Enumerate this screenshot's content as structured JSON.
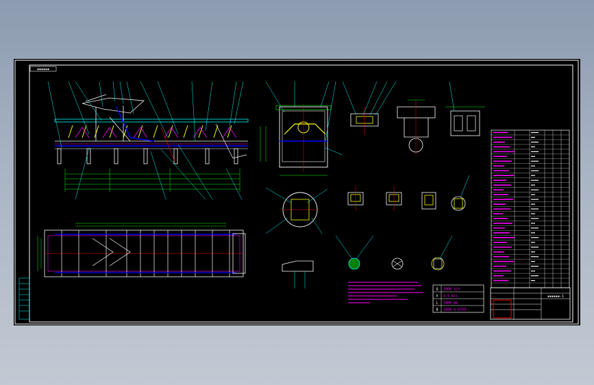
{
  "drawing": {
    "title_tag": "▪▪▪▪▪▪",
    "spec_table": {
      "rows": [
        {
          "label": "Q",
          "value": "2000 t/h"
        },
        {
          "label": "V",
          "value": "4.5 m/s"
        },
        {
          "label": "L",
          "value": "5000 mm"
        },
        {
          "label": "B",
          "value": "1600-4-D759"
        }
      ]
    },
    "title_block": {
      "drawing_code": "▪▪▪▪▪▪-1"
    },
    "colors": {
      "background": "#000000",
      "frame": "#ffffff",
      "geometry": "#ffffff",
      "dimensions": "#00ff00",
      "leaders": "#00ffff",
      "centerlines": "#ff0000",
      "notes": "#ff00ff",
      "hidden": "#ffff00",
      "parts": "#0000ff"
    }
  }
}
